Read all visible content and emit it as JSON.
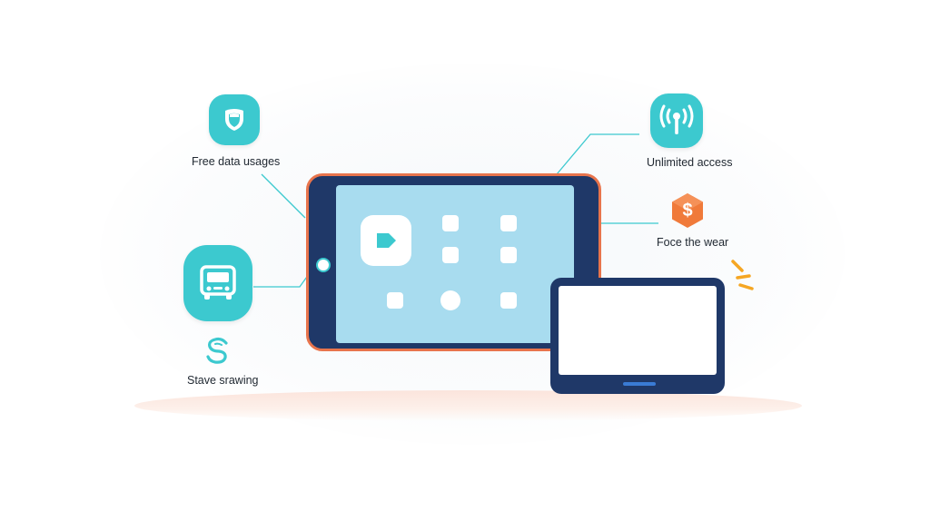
{
  "features": {
    "free_data": {
      "label": "Free data usages",
      "icon": "shield-icon"
    },
    "unlimited": {
      "label": "Unlimited access",
      "icon": "broadcast-antenna-icon"
    },
    "price": {
      "label": "Foce the wear",
      "icon": "dollar-icon",
      "symbol": "$"
    },
    "save": {
      "label": "Stave srawing",
      "icon": "swirl-s-icon"
    },
    "terminal": {
      "icon": "bus-terminal-icon"
    }
  },
  "colors": {
    "teal": "#3cc9cf",
    "navy": "#1f3868",
    "orange": "#e8744c",
    "screen_blue": "#a8dcef",
    "spark": "#f5a623"
  }
}
